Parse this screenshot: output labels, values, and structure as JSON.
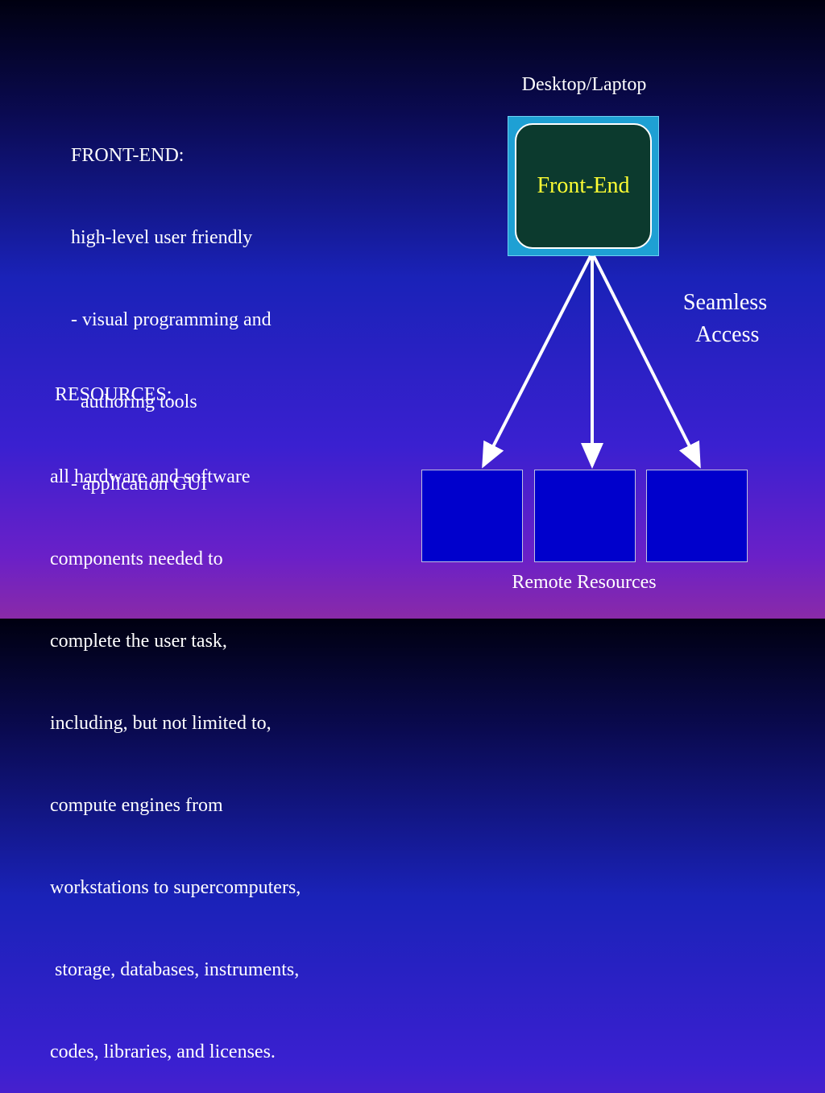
{
  "front_end_panel": {
    "lines": [
      "FRONT-END:",
      "high-level user friendly",
      "- visual programming and",
      "  authoring tools",
      "- application GUI"
    ]
  },
  "resources_panel": {
    "lines": [
      " RESOURCES:",
      "all hardware and software",
      "components needed to",
      "complete the user task,",
      "including, but not limited to,",
      "compute engines from",
      "workstations to supercomputers,",
      " storage, databases, instruments,",
      "codes, libraries, and licenses."
    ]
  },
  "diagram": {
    "device_label": "Desktop/Laptop",
    "front_end_label": "Front-End",
    "access_label": "Seamless\n Access",
    "resources_label": "Remote Resources",
    "resource_boxes": 3
  },
  "colors": {
    "device_frame": "#1ea0d4",
    "front_end_box": "#0c3a2e",
    "front_end_text": "#ffff33",
    "resource_box": "#0000cc",
    "arrow": "#ffffff"
  }
}
